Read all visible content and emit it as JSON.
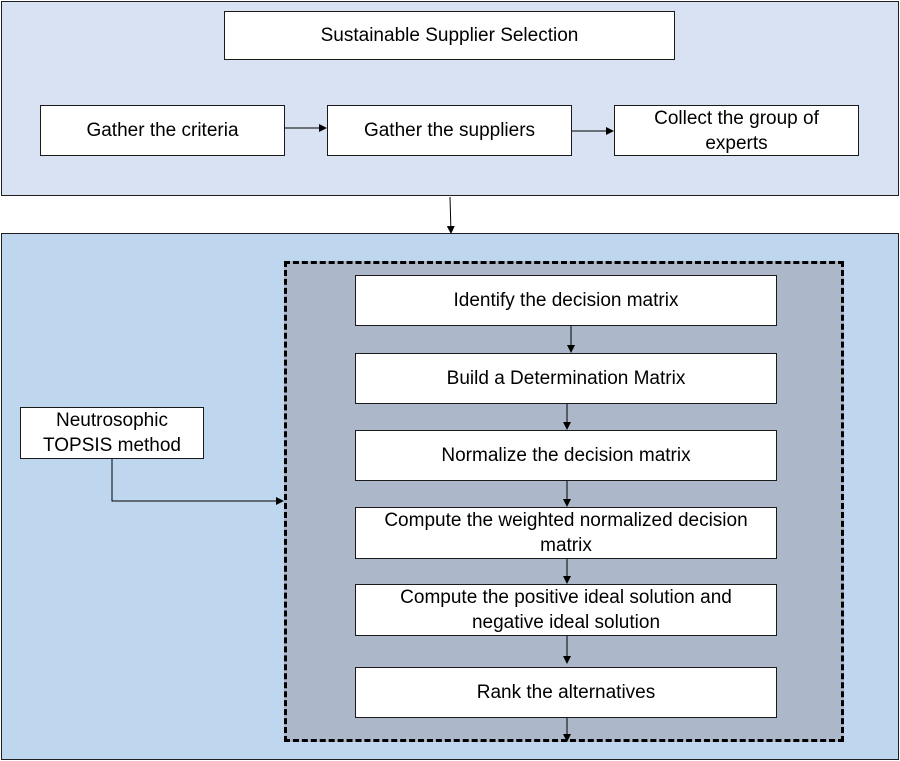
{
  "header": {
    "title": "Sustainable Supplier Selection",
    "steps": [
      "Gather the criteria",
      "Gather the suppliers",
      "Collect the group of experts"
    ]
  },
  "method": {
    "label": "Neutrosophic TOPSIS method"
  },
  "process": {
    "steps": [
      "Identify the decision matrix",
      "Build a Determination Matrix",
      "Normalize the decision matrix",
      "Compute the weighted normalized decision matrix",
      "Compute the positive ideal solution and negative ideal solution",
      "Rank the alternatives"
    ]
  },
  "colors": {
    "top_panel": "#d9e2f2",
    "bottom_panel": "#bed7ee",
    "dashed_region": "#acb8ca",
    "box_fill": "#ffffff"
  }
}
